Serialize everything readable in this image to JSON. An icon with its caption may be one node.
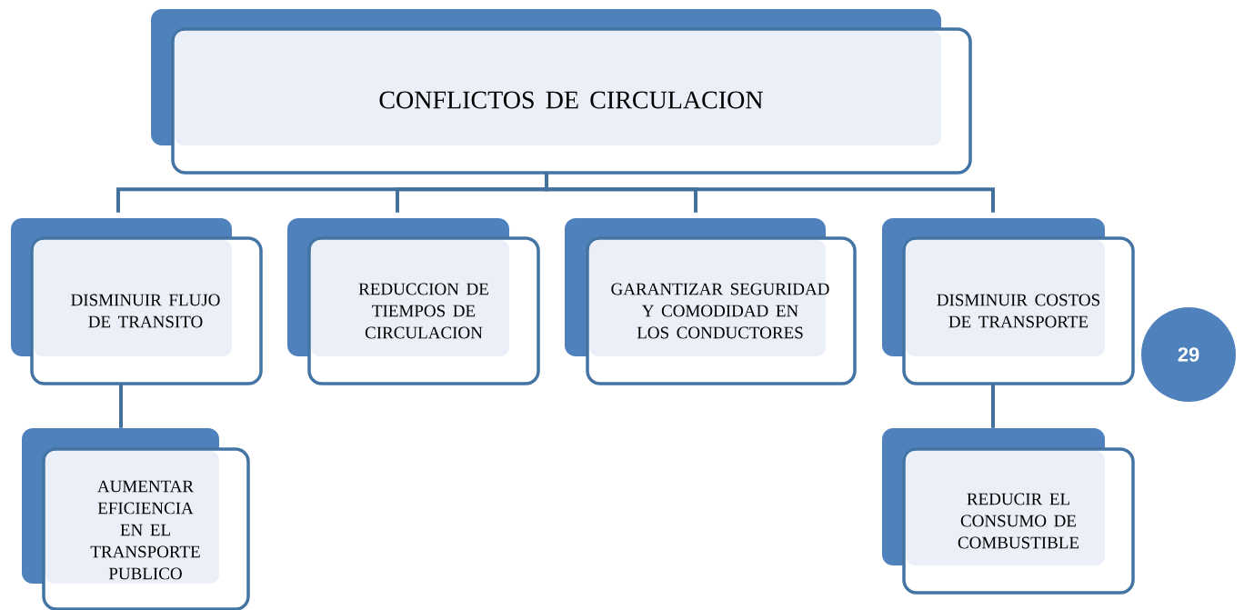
{
  "diagram": {
    "nodes": [
      {
        "text": [
          "CONFLICTOS DE CIRCULACION"
        ]
      },
      {
        "text": [
          "DISMINUIR FLUJO DE TRANSITO"
        ]
      },
      {
        "text": [
          "REDUCCION DE TIEMPOS DE CIRCULACION"
        ]
      },
      {
        "text": [
          "GARANTIZAR SEGURIDAD Y COMODIDAD EN LOS CONDUCTORES"
        ]
      },
      {
        "text": [
          "DISMINUIR COSTOS DE TRANSPORTE"
        ]
      },
      {
        "text": [
          "AUMENTAR EFICIENCIA EN EL TRANSPORTE PUBLICO"
        ]
      },
      {
        "text": [
          "REDUCIR EL CONSUMO DE COMBUSTIBLE"
        ]
      },
      {
        "text": [
          "29"
        ]
      }
    ],
    "edges": [
      {
        "from": 0,
        "to": 1,
        "arrow": "none"
      },
      {
        "from": 0,
        "to": 2,
        "arrow": "none"
      },
      {
        "from": 0,
        "to": 3,
        "arrow": "none"
      },
      {
        "from": 0,
        "to": 4,
        "arrow": "none"
      },
      {
        "from": 1,
        "to": 5,
        "arrow": "none"
      },
      {
        "from": 4,
        "to": 6,
        "arrow": "none"
      }
    ]
  }
}
